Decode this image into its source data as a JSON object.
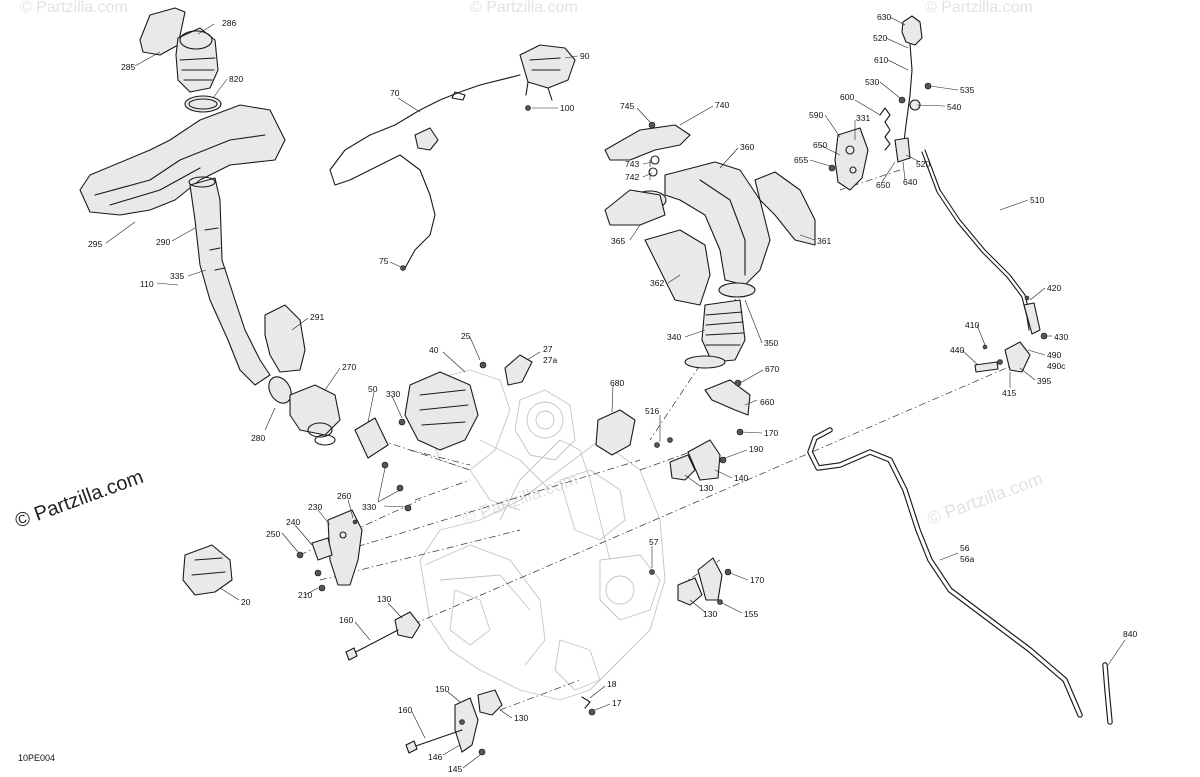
{
  "watermark": {
    "main": "© Partzilla.com",
    "faint": "© Partzilla.com"
  },
  "footer": {
    "code": "10PE004"
  },
  "callouts": [
    {
      "id": "c630",
      "text": "630"
    },
    {
      "id": "c520a",
      "text": "520"
    },
    {
      "id": "c610",
      "text": "610"
    },
    {
      "id": "c530",
      "text": "530"
    },
    {
      "id": "c535",
      "text": "535"
    },
    {
      "id": "c540",
      "text": "540"
    },
    {
      "id": "c600",
      "text": "600"
    },
    {
      "id": "c590",
      "text": "590"
    },
    {
      "id": "c331",
      "text": "331"
    },
    {
      "id": "c650a",
      "text": "650"
    },
    {
      "id": "c655",
      "text": "655"
    },
    {
      "id": "c520b",
      "text": "520"
    },
    {
      "id": "c650b",
      "text": "650"
    },
    {
      "id": "c640",
      "text": "640"
    },
    {
      "id": "c510",
      "text": "510"
    },
    {
      "id": "c420",
      "text": "420"
    },
    {
      "id": "c410",
      "text": "410"
    },
    {
      "id": "c430",
      "text": "430"
    },
    {
      "id": "c440",
      "text": "440"
    },
    {
      "id": "c490",
      "text": "490"
    },
    {
      "id": "c490c",
      "text": "490c"
    },
    {
      "id": "c395",
      "text": "395"
    },
    {
      "id": "c415",
      "text": "415"
    },
    {
      "id": "c286",
      "text": "286"
    },
    {
      "id": "c285",
      "text": "285"
    },
    {
      "id": "c820",
      "text": "820"
    },
    {
      "id": "c295",
      "text": "295"
    },
    {
      "id": "c290",
      "text": "290"
    },
    {
      "id": "c335",
      "text": "335"
    },
    {
      "id": "c110",
      "text": "110"
    },
    {
      "id": "c291",
      "text": "291"
    },
    {
      "id": "c270",
      "text": "270"
    },
    {
      "id": "c280",
      "text": "280"
    },
    {
      "id": "c90",
      "text": "90"
    },
    {
      "id": "c70",
      "text": "70"
    },
    {
      "id": "c100",
      "text": "100"
    },
    {
      "id": "c75",
      "text": "75"
    },
    {
      "id": "c745",
      "text": "745"
    },
    {
      "id": "c740",
      "text": "740"
    },
    {
      "id": "c743",
      "text": "743"
    },
    {
      "id": "c742",
      "text": "742"
    },
    {
      "id": "c360",
      "text": "360"
    },
    {
      "id": "c365",
      "text": "365"
    },
    {
      "id": "c361",
      "text": "361"
    },
    {
      "id": "c362",
      "text": "362"
    },
    {
      "id": "c340",
      "text": "340"
    },
    {
      "id": "c350",
      "text": "350"
    },
    {
      "id": "c25",
      "text": "25"
    },
    {
      "id": "c27",
      "text": "27"
    },
    {
      "id": "c27a",
      "text": "27a"
    },
    {
      "id": "c40",
      "text": "40"
    },
    {
      "id": "c50",
      "text": "50"
    },
    {
      "id": "c330a",
      "text": "330"
    },
    {
      "id": "c330b",
      "text": "330"
    },
    {
      "id": "c680",
      "text": "680"
    },
    {
      "id": "c670",
      "text": "670"
    },
    {
      "id": "c660",
      "text": "660"
    },
    {
      "id": "c516",
      "text": "516"
    },
    {
      "id": "c170a",
      "text": "170"
    },
    {
      "id": "c190",
      "text": "190"
    },
    {
      "id": "c140",
      "text": "140"
    },
    {
      "id": "c130a",
      "text": "130"
    },
    {
      "id": "c260",
      "text": "260"
    },
    {
      "id": "c230",
      "text": "230"
    },
    {
      "id": "c240",
      "text": "240"
    },
    {
      "id": "c250",
      "text": "250"
    },
    {
      "id": "c210",
      "text": "210"
    },
    {
      "id": "c20",
      "text": "20"
    },
    {
      "id": "c57",
      "text": "57"
    },
    {
      "id": "c170b",
      "text": "170"
    },
    {
      "id": "c130b",
      "text": "130"
    },
    {
      "id": "c155",
      "text": "155"
    },
    {
      "id": "c130c",
      "text": "130"
    },
    {
      "id": "c160a",
      "text": "160"
    },
    {
      "id": "c56",
      "text": "56"
    },
    {
      "id": "c56a",
      "text": "56a"
    },
    {
      "id": "c840",
      "text": "840"
    },
    {
      "id": "c150",
      "text": "150"
    },
    {
      "id": "c18",
      "text": "18"
    },
    {
      "id": "c17",
      "text": "17"
    },
    {
      "id": "c130d",
      "text": "130"
    },
    {
      "id": "c160b",
      "text": "160"
    },
    {
      "id": "c146",
      "text": "146"
    },
    {
      "id": "c145",
      "text": "145"
    }
  ]
}
